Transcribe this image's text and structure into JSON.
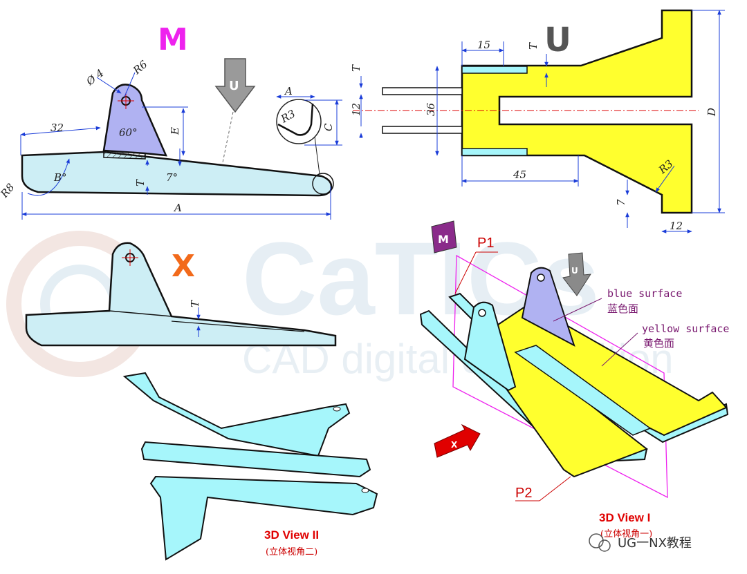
{
  "views": {
    "m": {
      "label": "M"
    },
    "u": {
      "label": "U"
    },
    "x": {
      "label": "X"
    }
  },
  "watermark": {
    "main": "CaTICs",
    "sub": "CAD digital competition",
    "account": "UG一NX教程"
  },
  "dims_m": {
    "dia": "Ø 4",
    "r6": "R6",
    "d32": "32",
    "ang60": "60°",
    "e": "E",
    "r8": "R8",
    "b": "B°",
    "t": "T",
    "ang7": "7°",
    "a": "A",
    "a_top": "A",
    "r3": "R3",
    "c": "C"
  },
  "dims_u": {
    "d15": "15",
    "t_top": "T",
    "t_left": "T",
    "d12_left": "12",
    "d36": "36",
    "d45": "45",
    "d": "D",
    "r3": "R3",
    "d7": "7",
    "d12_bottom": "12"
  },
  "dims_x": {
    "t": "T"
  },
  "annotations": {
    "p1": "P1",
    "p2": "P2",
    "blue_en": "blue surface",
    "blue_cn": "蓝色面",
    "yellow_en": "yellow surface",
    "yellow_cn": "黄色面",
    "marker_m": "M",
    "marker_u": "U",
    "marker_x": "X"
  },
  "captions": {
    "view1": "3D View I",
    "view1_sub": "(立体视角一)",
    "view2": "3D View II",
    "view2_sub": "(立体视角二)"
  },
  "colors": {
    "cyan": "#a6f6fb",
    "lightcyan": "#cdeef5",
    "yellow": "#ffff2e",
    "blue": "#b0b2f2",
    "magenta": "#ee22ee",
    "orange": "#f26a1b",
    "red": "#e00000"
  }
}
